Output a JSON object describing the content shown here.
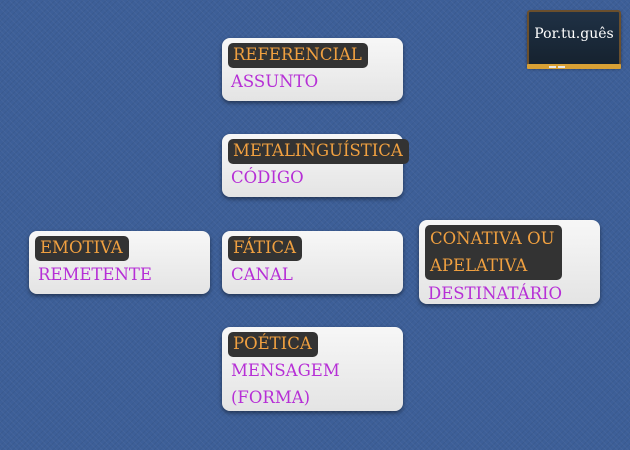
{
  "badge": {
    "text": "Por.tu.guês"
  },
  "cards": {
    "referencial": {
      "function": "REFERENCIAL",
      "element": "ASSUNTO"
    },
    "metalinguistica": {
      "function": "METALINGUÍSTICA",
      "element": "CÓDIGO"
    },
    "emotiva": {
      "function": "EMOTIVA",
      "element": "REMETENTE"
    },
    "fatica": {
      "function": "FÁTICA",
      "element": "CANAL"
    },
    "conativa": {
      "function_line1": "CONATIVA OU",
      "function_line2": "APELATIVA",
      "element": "DESTINATÁRIO"
    },
    "poetica": {
      "function": "POÉTICA",
      "element_line1": "MENSAGEM",
      "element_line2": "(FORMA)"
    }
  },
  "colors": {
    "background": "#3d5f98",
    "card": "#eeeeee",
    "function_label_bg": "#333333",
    "function_label_text": "#f0a040",
    "element_text": "#b62fd6"
  }
}
